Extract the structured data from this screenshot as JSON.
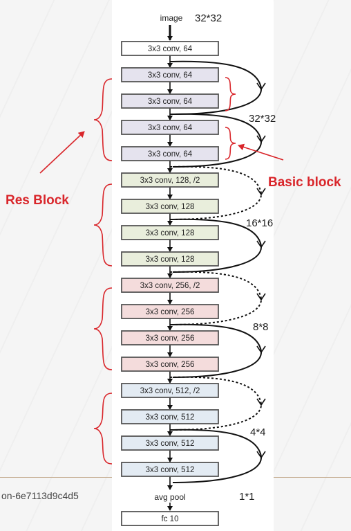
{
  "input": {
    "label": "image",
    "size": "32*32"
  },
  "blocks": [
    {
      "label": "3x3 conv, 64",
      "color": "#ffffff"
    },
    {
      "label": "3x3 conv, 64",
      "color": "#e5e3ee"
    },
    {
      "label": "3x3 conv, 64",
      "color": "#e5e3ee"
    },
    {
      "label": "3x3 conv, 64",
      "color": "#e5e3ee"
    },
    {
      "label": "3x3 conv, 64",
      "color": "#e5e3ee"
    },
    {
      "label": "3x3 conv, 128, /2",
      "color": "#e9eedc"
    },
    {
      "label": "3x3 conv, 128",
      "color": "#e9eedc"
    },
    {
      "label": "3x3 conv, 128",
      "color": "#e9eedc"
    },
    {
      "label": "3x3 conv, 128",
      "color": "#e9eedc"
    },
    {
      "label": "3x3 conv, 256, /2",
      "color": "#f4dcdc"
    },
    {
      "label": "3x3 conv, 256",
      "color": "#f4dcdc"
    },
    {
      "label": "3x3 conv, 256",
      "color": "#f4dcdc"
    },
    {
      "label": "3x3 conv, 256",
      "color": "#f4dcdc"
    },
    {
      "label": "3x3 conv, 512, /2",
      "color": "#e3ebf3"
    },
    {
      "label": "3x3 conv, 512",
      "color": "#e3ebf3"
    },
    {
      "label": "3x3 conv, 512",
      "color": "#e3ebf3"
    },
    {
      "label": "3x3 conv, 512",
      "color": "#e3ebf3"
    }
  ],
  "pool": {
    "label": "avg pool"
  },
  "fc": {
    "label": "fc 10"
  },
  "stage_sizes": [
    "32*32",
    "16*16",
    "8*8",
    "4*4",
    "1*1"
  ],
  "annotations": {
    "res_block": "Res Block",
    "basic_block": "Basic block"
  },
  "background_text": "on-6e7113d9c4d5",
  "colors": {
    "annotation": "#d9262b",
    "line": "#111111",
    "box_border": "#555555"
  }
}
